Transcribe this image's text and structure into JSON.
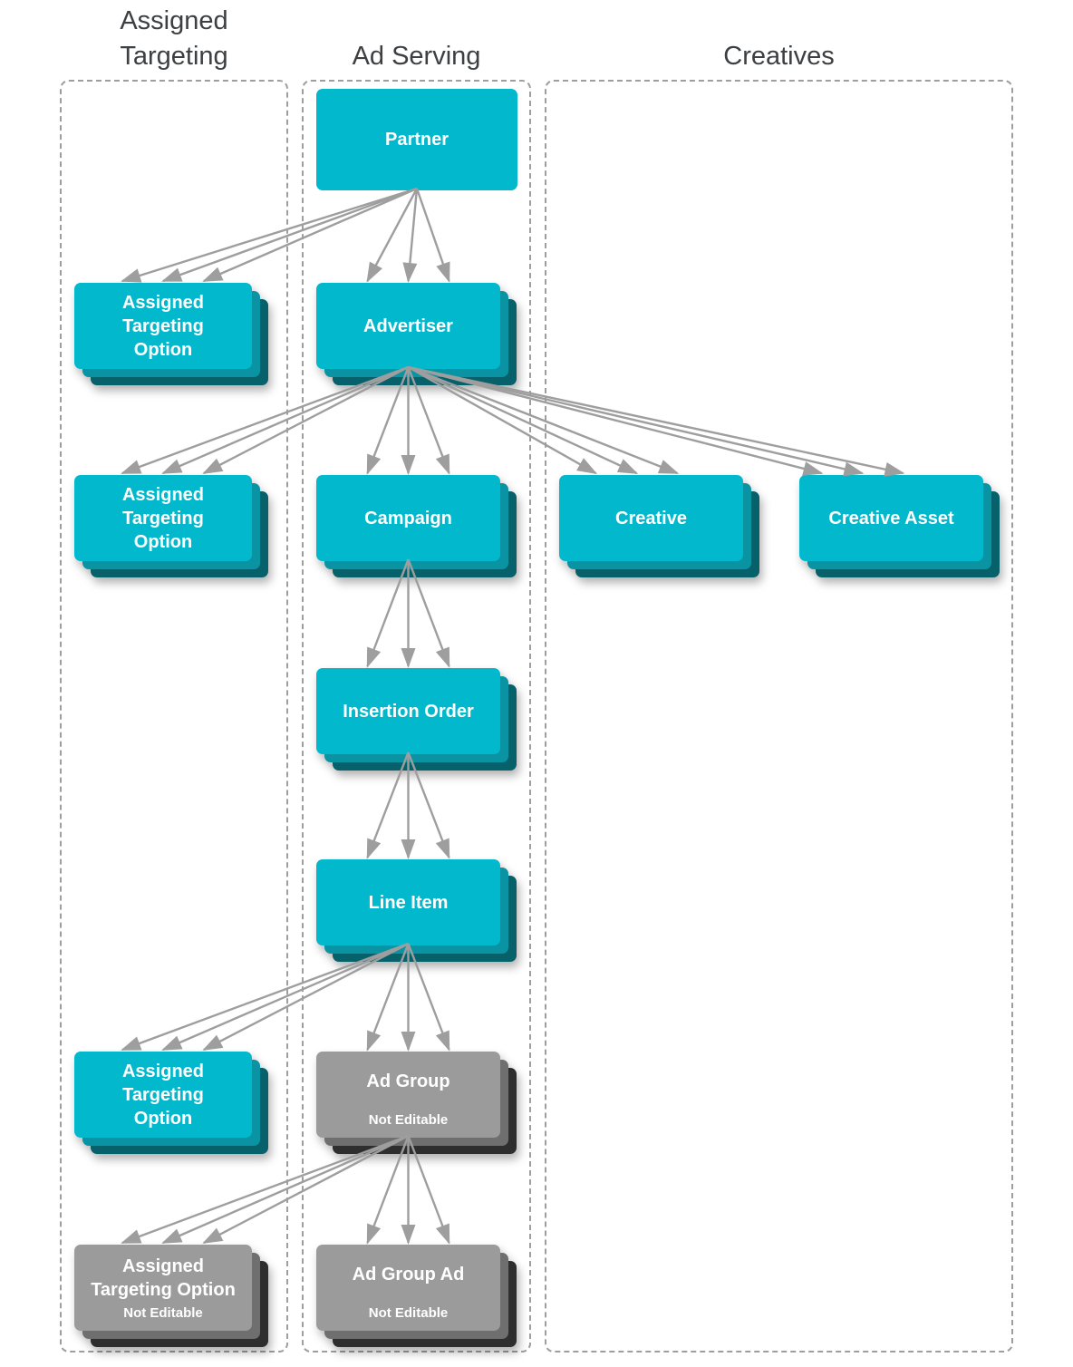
{
  "columns": [
    {
      "id": "assigned-targeting",
      "label": "Assigned Targeting",
      "label_lines": [
        "Assigned",
        "Targeting"
      ]
    },
    {
      "id": "ad-serving",
      "label": "Ad Serving",
      "label_lines": [
        "Ad Serving"
      ]
    },
    {
      "id": "creatives",
      "label": "Creatives",
      "label_lines": [
        "Creatives"
      ]
    }
  ],
  "nodes": {
    "partner": {
      "label": "Partner",
      "column": "ad-serving",
      "editable": true
    },
    "ato1": {
      "lines": [
        "Assigned",
        "Targeting",
        "Option"
      ],
      "label": "Assigned Targeting Option",
      "column": "assigned-targeting",
      "editable": true
    },
    "advertiser": {
      "label": "Advertiser",
      "column": "ad-serving",
      "editable": true
    },
    "ato2": {
      "lines": [
        "Assigned",
        "Targeting",
        "Option"
      ],
      "label": "Assigned Targeting Option",
      "column": "assigned-targeting",
      "editable": true
    },
    "campaign": {
      "label": "Campaign",
      "column": "ad-serving",
      "editable": true
    },
    "creative": {
      "label": "Creative",
      "column": "creatives",
      "editable": true
    },
    "creative_asset": {
      "label": "Creative Asset",
      "column": "creatives",
      "editable": true
    },
    "insertion_order": {
      "label": "Insertion Order",
      "column": "ad-serving",
      "editable": true
    },
    "line_item": {
      "label": "Line Item",
      "column": "ad-serving",
      "editable": true
    },
    "ato3": {
      "lines": [
        "Assigned",
        "Targeting",
        "Option"
      ],
      "label": "Assigned Targeting Option",
      "column": "assigned-targeting",
      "editable": true
    },
    "ad_group": {
      "label": "Ad Group",
      "sublabel": "Not Editable",
      "column": "ad-serving",
      "editable": false
    },
    "ato_ne": {
      "lines": [
        "Assigned",
        "Targeting Option"
      ],
      "label": "Assigned Targeting Option",
      "sublabel": "Not Editable",
      "column": "assigned-targeting",
      "editable": false
    },
    "ad_group_ad": {
      "label": "Ad Group Ad",
      "sublabel": "Not Editable",
      "column": "ad-serving",
      "editable": false
    }
  },
  "edges": [
    {
      "from": "partner",
      "to": "ato1"
    },
    {
      "from": "partner",
      "to": "advertiser"
    },
    {
      "from": "advertiser",
      "to": "ato2"
    },
    {
      "from": "advertiser",
      "to": "campaign"
    },
    {
      "from": "advertiser",
      "to": "creative"
    },
    {
      "from": "advertiser",
      "to": "creative_asset"
    },
    {
      "from": "campaign",
      "to": "insertion_order"
    },
    {
      "from": "insertion_order",
      "to": "line_item"
    },
    {
      "from": "line_item",
      "to": "ato3"
    },
    {
      "from": "line_item",
      "to": "ad_group"
    },
    {
      "from": "ad_group",
      "to": "ato_ne"
    },
    {
      "from": "ad_group",
      "to": "ad_group_ad"
    }
  ],
  "colors": {
    "node_cyan": "#02b8cd",
    "node_cyan_mid": "#0a93a3",
    "node_cyan_back": "#07616b",
    "node_gray": "#9b9b9b",
    "node_gray_mid": "#6f6f6f",
    "node_gray_back": "#2e2e2e",
    "node_text": "#ffffff",
    "arrow": "#9e9e9e",
    "dashed_border": "#9e9e9e",
    "header_text": "#3c4043",
    "background": "#ffffff"
  }
}
